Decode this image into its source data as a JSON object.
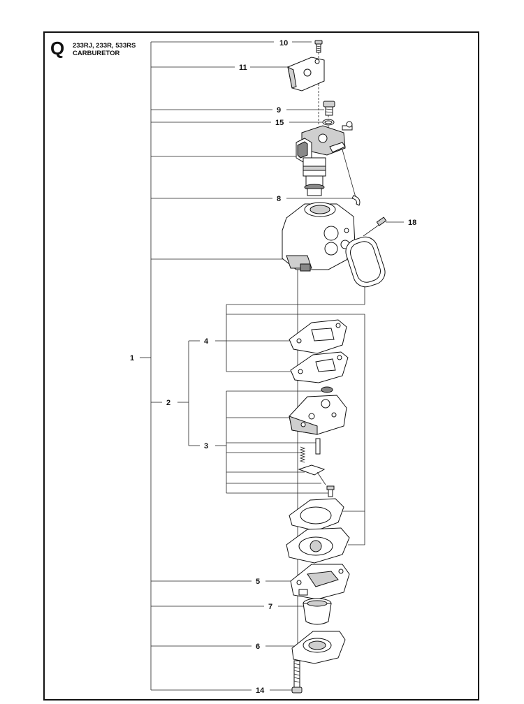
{
  "header": {
    "section_letter": "Q",
    "models": "233RJ, 233R, 533RS",
    "title": "CARBURETOR"
  },
  "callouts": {
    "c10": "10",
    "c11": "11",
    "c9": "9",
    "c15": "15",
    "c8": "8",
    "c18": "18",
    "c1": "1",
    "c4": "4",
    "c2": "2",
    "c3": "3",
    "c5": "5",
    "c7": "7",
    "c6": "6",
    "c14": "14"
  }
}
